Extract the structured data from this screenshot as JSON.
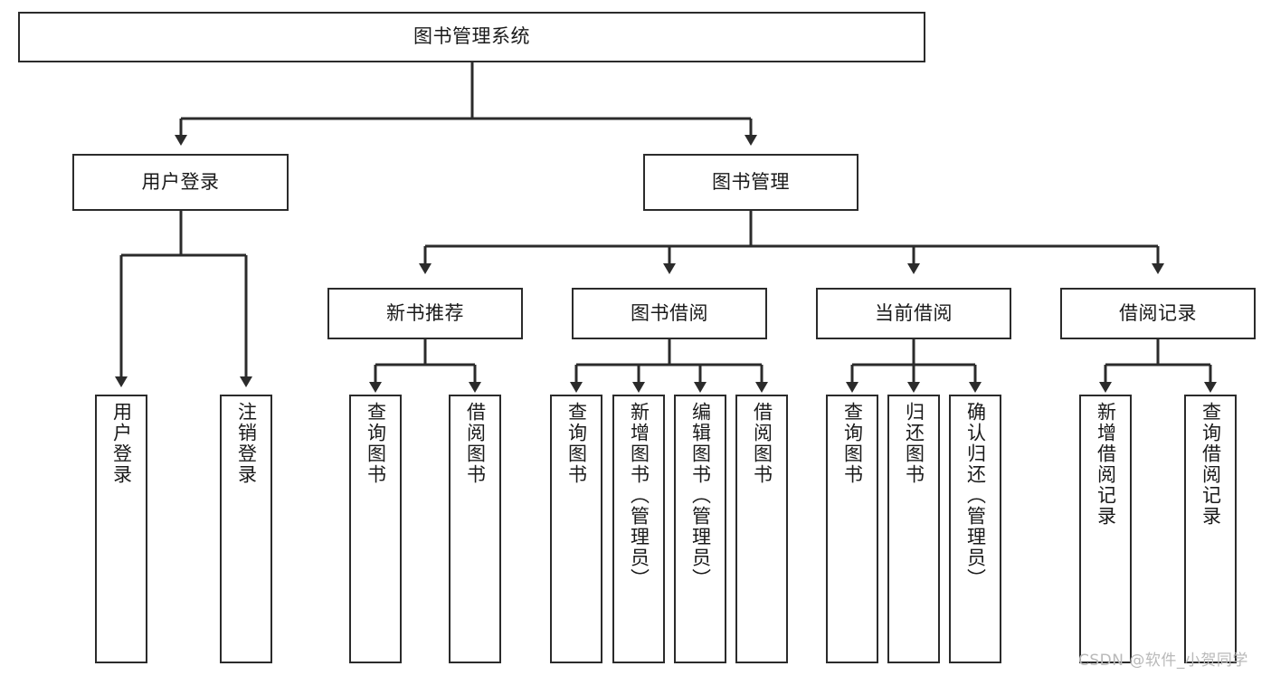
{
  "diagram": {
    "type": "tree",
    "title": "图书管理系统",
    "orientation": "top-down",
    "theme": {
      "background": "#ffffff",
      "box_border": "#2b2b2b",
      "box_fill": "#ffffff",
      "text": "#1a1a1a",
      "connector": "#2b2b2b",
      "watermark": "#b9b9b9"
    },
    "root": {
      "label": "图书管理系统"
    },
    "level2": [
      {
        "id": "user-login",
        "label": "用户登录"
      },
      {
        "id": "book-management",
        "label": "图书管理"
      }
    ],
    "level3": [
      {
        "id": "new-book-recommend",
        "label": "新书推荐"
      },
      {
        "id": "book-borrow",
        "label": "图书借阅"
      },
      {
        "id": "current-borrow",
        "label": "当前借阅"
      },
      {
        "id": "borrow-record",
        "label": "借阅记录"
      }
    ],
    "leaves": {
      "user_login": [
        {
          "id": "leaf-user-login",
          "label": "用户登录"
        },
        {
          "id": "leaf-logout-login",
          "label": "注销登录"
        }
      ],
      "new_book_recommend": [
        {
          "id": "leaf-query-book-1",
          "label": "查询图书"
        },
        {
          "id": "leaf-borrow-book-1",
          "label": "借阅图书"
        }
      ],
      "book_borrow": [
        {
          "id": "leaf-query-book-2",
          "label": "查询图书"
        },
        {
          "id": "leaf-add-book",
          "label": "新增图书（管理员）"
        },
        {
          "id": "leaf-edit-book",
          "label": "编辑图书（管理员）"
        },
        {
          "id": "leaf-borrow-book-2",
          "label": "借阅图书"
        }
      ],
      "current_borrow": [
        {
          "id": "leaf-query-book-3",
          "label": "查询图书"
        },
        {
          "id": "leaf-return-book",
          "label": "归还图书"
        },
        {
          "id": "leaf-confirm-return",
          "label": "确认归还（管理员）"
        }
      ],
      "borrow_record": [
        {
          "id": "leaf-add-record",
          "label": "新增借阅记录"
        },
        {
          "id": "leaf-query-record",
          "label": "查询借阅记录"
        }
      ]
    }
  },
  "watermark": {
    "text": "CSDN @软件_小贺同学"
  }
}
